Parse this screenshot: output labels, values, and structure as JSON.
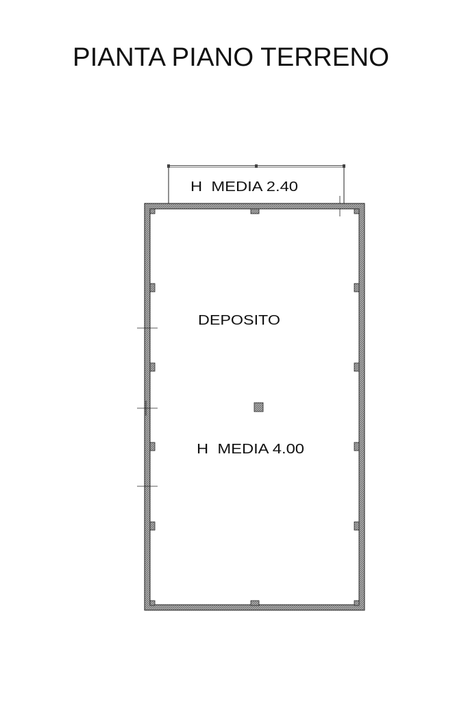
{
  "title": "PIANTA PIANO TERRENO",
  "rooms": {
    "upper_height_label": "H  MEDIA 2.40",
    "room_name": "DEPOSITO",
    "room_height_label": "H  MEDIA 4.00"
  },
  "colors": {
    "line": "#222222",
    "wall_fill": "#8c8c8c",
    "background": "#ffffff"
  }
}
